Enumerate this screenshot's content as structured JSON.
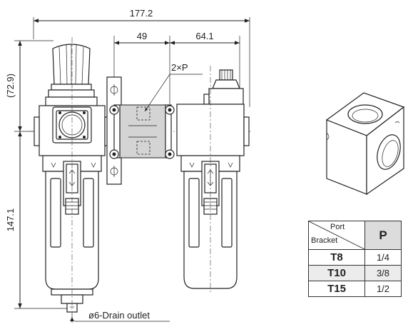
{
  "dimensions": {
    "overall_width": "177.2",
    "center_spacing": "49",
    "right_spacing": "64.1",
    "top_height": "(72.9)",
    "bottom_height": "147.1"
  },
  "labels": {
    "port": "2×P",
    "drain": "ø6-Drain outlet"
  },
  "table": {
    "header_port": "Port",
    "header_bracket": "Bracket",
    "header_p": "P",
    "rows": [
      {
        "bracket": "T8",
        "p": "1/4"
      },
      {
        "bracket": "T10",
        "p": "3/8"
      },
      {
        "bracket": "T15",
        "p": "1/2"
      }
    ]
  }
}
